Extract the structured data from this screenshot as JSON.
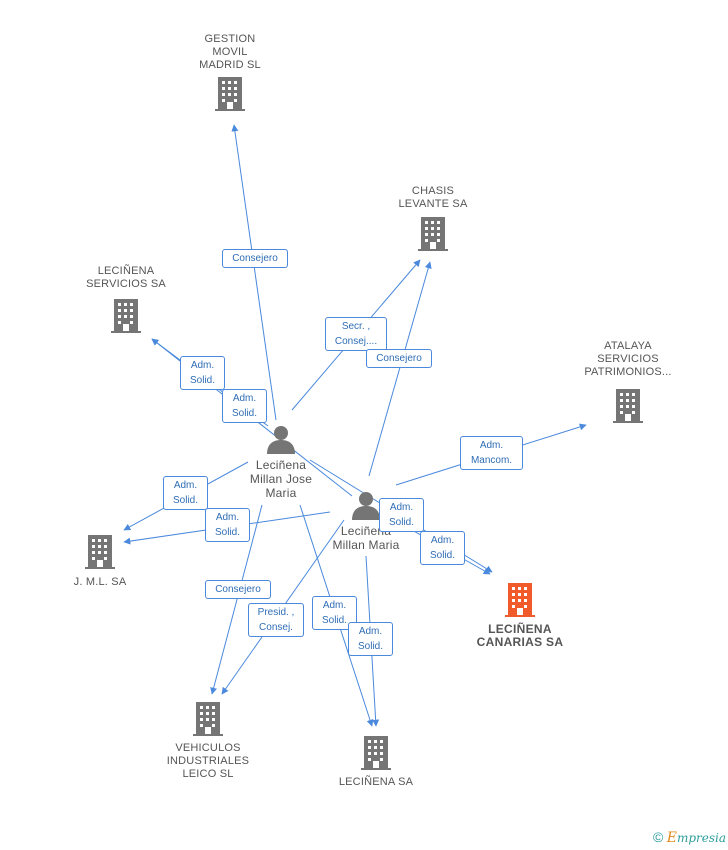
{
  "colors": {
    "edge": "#4a89dc",
    "company": "#757575",
    "focus": "#f15a29",
    "person": "#757575"
  },
  "nodes": {
    "gestion": "GESTION\nMOVIL\nMADRID SL",
    "chasis": "CHASIS\nLEVANTE SA",
    "servicios": "LECIÑENA\nSERVICIOS SA",
    "atalaya": "ATALAYA\nSERVICIOS\nPATRIMONIOS...",
    "jml": "J. M.L. SA",
    "canarias": "LECIÑENA\nCANARIAS SA",
    "vehiculos": "VEHICULOS\nINDUSTRIALES\nLEICO SL",
    "lecinena_sa": "LECIÑENA SA",
    "person_jose": "Leciñena\nMillan Jose\nMaria",
    "person_maria": "Leciñena\nMillan Maria"
  },
  "edge_labels": {
    "consejero_gestion": "Consejero",
    "secr_consej": "Secr. ,\nConsej....",
    "consejero_chasis": "Consejero",
    "adm_solid_1": "Adm.\nSolid.",
    "adm_solid_2": "Adm.\nSolid.",
    "adm_mancom": "Adm.\nMancom.",
    "adm_solid_3": "Adm.\nSolid.",
    "adm_solid_4": "Adm.\nSolid.",
    "adm_solid_5": "Adm.\nSolid.",
    "adm_solid_6": "Adm.\nSolid.",
    "consejero_vehiculos": "Consejero",
    "presid_consej": "Presid. ,\nConsej.",
    "adm_solid_7": "Adm.\nSolid.",
    "adm_solid_8": "Adm.\nSolid."
  },
  "footer": {
    "copyright": "©",
    "brand_first": "E",
    "brand_rest": "mpresia"
  }
}
